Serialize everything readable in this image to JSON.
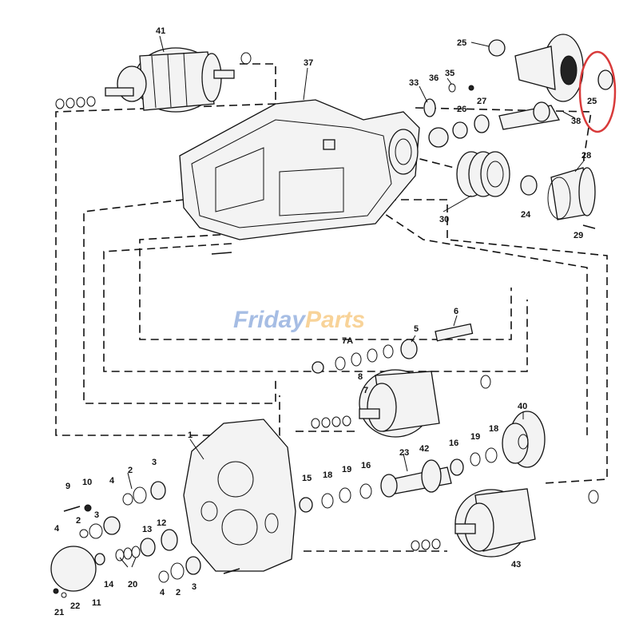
{
  "watermark": {
    "prefix": "Friday",
    "suffix": "Parts"
  },
  "highlight": {
    "color": "#d83a3a",
    "part": "25"
  },
  "labels": {
    "p41": "41",
    "p37": "37",
    "p25a": "25",
    "p33": "33",
    "p36": "36",
    "p35": "35",
    "p26": "26",
    "p27": "27",
    "p25b": "25",
    "p38": "38",
    "p30": "30",
    "p28": "28",
    "p24": "24",
    "p29": "29",
    "p5": "5",
    "p6": "6",
    "p7a": "7A",
    "p8": "8",
    "p7": "7",
    "p40": "40",
    "p42": "42",
    "p1": "1",
    "p23": "23",
    "p16a": "16",
    "p19a": "19",
    "p18a": "18",
    "p15": "15",
    "p18b": "18",
    "p19b": "19",
    "p16b": "16",
    "p9": "9",
    "p10": "10",
    "p2a": "2",
    "p3a": "3",
    "p4a": "4",
    "p4b": "4",
    "p2b": "2",
    "p3b": "3",
    "p13": "13",
    "p12": "12",
    "p14": "14",
    "p20": "20",
    "p4c": "4",
    "p2c": "2",
    "p3c": "3",
    "p43": "43",
    "p21": "21",
    "p22": "22",
    "p11": "11"
  }
}
